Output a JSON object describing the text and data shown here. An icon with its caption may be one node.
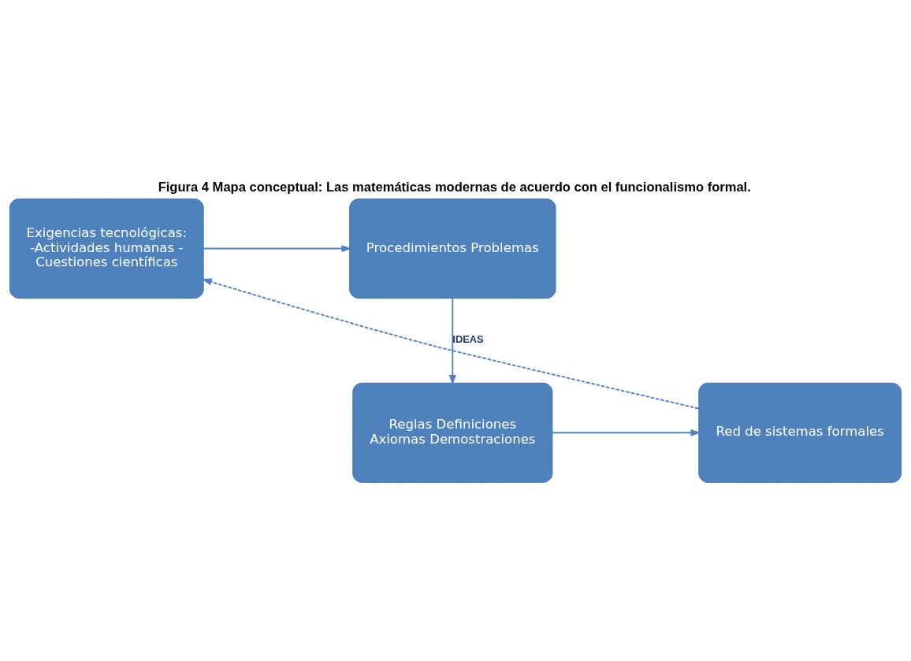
{
  "diagram": {
    "title": "Figura 4 Mapa conceptual: Las matemáticas modernas de acuerdo con el funcionalismo formal.",
    "nodes": [
      {
        "text": [
          "Exigencias tecnológicas: -Actividades humanas - Cuestiones científicas"
        ]
      },
      {
        "text": [
          "Procedimientos Problemas"
        ]
      },
      {
        "text": [
          "Reglas Definiciones Axiomas Demostraciones"
        ]
      },
      {
        "text": [
          "Red de sistemas formales"
        ]
      }
    ],
    "edges": [
      {
        "from": 0,
        "to": 1,
        "arrow": "to"
      },
      {
        "from": 1,
        "to": 2,
        "arrow": "to",
        "label": "IDEAS"
      },
      {
        "from": 2,
        "to": 3,
        "arrow": "to"
      },
      {
        "from": 3,
        "to": 0,
        "arrow": "to",
        "style": "dashed"
      }
    ]
  }
}
